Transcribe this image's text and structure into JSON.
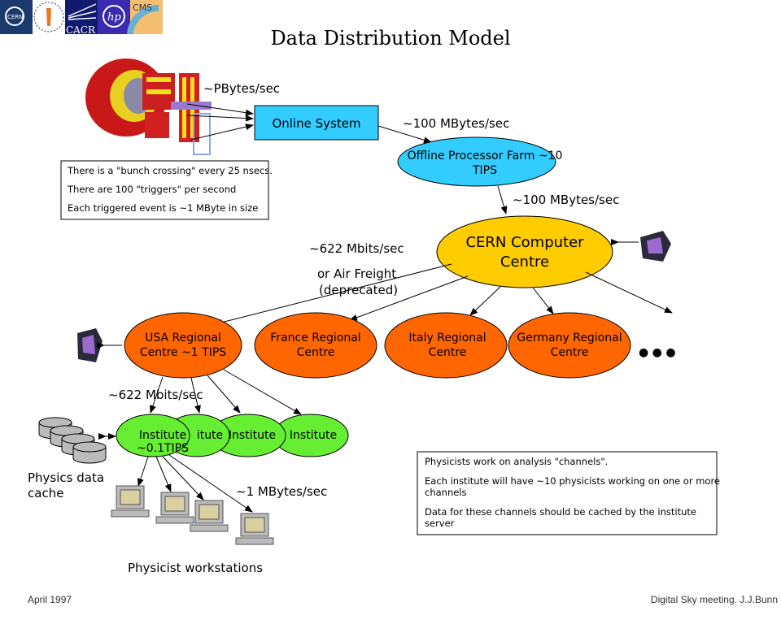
{
  "title": "Data Distribution Model",
  "logos": [
    "CERN",
    "Caltech seal",
    "CACR",
    "hp",
    "CMS"
  ],
  "detector_rate": "~PBytes/sec",
  "online_system": {
    "label": "Online System",
    "color": "#33ccff"
  },
  "online_to_offline_rate": "~100 MBytes/sec",
  "offline_farm": {
    "line1": "Offline Processor Farm ~10",
    "line2": "TIPS",
    "color": "#33ccff"
  },
  "offline_to_cern_rate": "~100 MBytes/sec",
  "cern_centre": {
    "line1": "CERN Computer",
    "line2": "Centre",
    "color": "#ffcc00"
  },
  "cern_to_regional": {
    "rate": "~622 Mbits/sec",
    "alt1": "or Air Freight",
    "alt2": "(deprecated)"
  },
  "regional_color": "#ff6600",
  "regional_centres": [
    {
      "line1": "USA Regional",
      "line2": "Centre ~1 TIPS"
    },
    {
      "line1": "France Regional",
      "line2": "Centre"
    },
    {
      "line1": "Italy Regional",
      "line2": "Centre"
    },
    {
      "line1": "Germany Regional",
      "line2": "Centre"
    }
  ],
  "more_indicator": "● ● ●",
  "regional_to_institute_rate": "~622 Mbits/sec",
  "institute_color": "#66ee33",
  "institutes": [
    {
      "line1": "Institute",
      "line2": "~0.1TIPS"
    },
    {
      "line1": "itute"
    },
    {
      "line1": "Institute"
    },
    {
      "line1": "Institute"
    }
  ],
  "cache_label": {
    "line1": "Physics data",
    "line2": "cache"
  },
  "workstation_rate": "~1 MBytes/sec",
  "workstations_label": "Physicist workstations",
  "note_box_1": [
    "There is a \"bunch crossing\" every 25 nsecs.",
    "There are 100 \"triggers\" per second",
    "Each triggered event is ~1 MByte in size"
  ],
  "note_box_2": [
    "Physicists work on analysis \"channels\".",
    "Each institute will have ~10 physicists working on one or more",
    "channels",
    "Data for these channels should be cached by the institute",
    "server"
  ],
  "footer": {
    "left": "April 1997",
    "right": "Digital Sky meeting. J.J.Bunn"
  }
}
